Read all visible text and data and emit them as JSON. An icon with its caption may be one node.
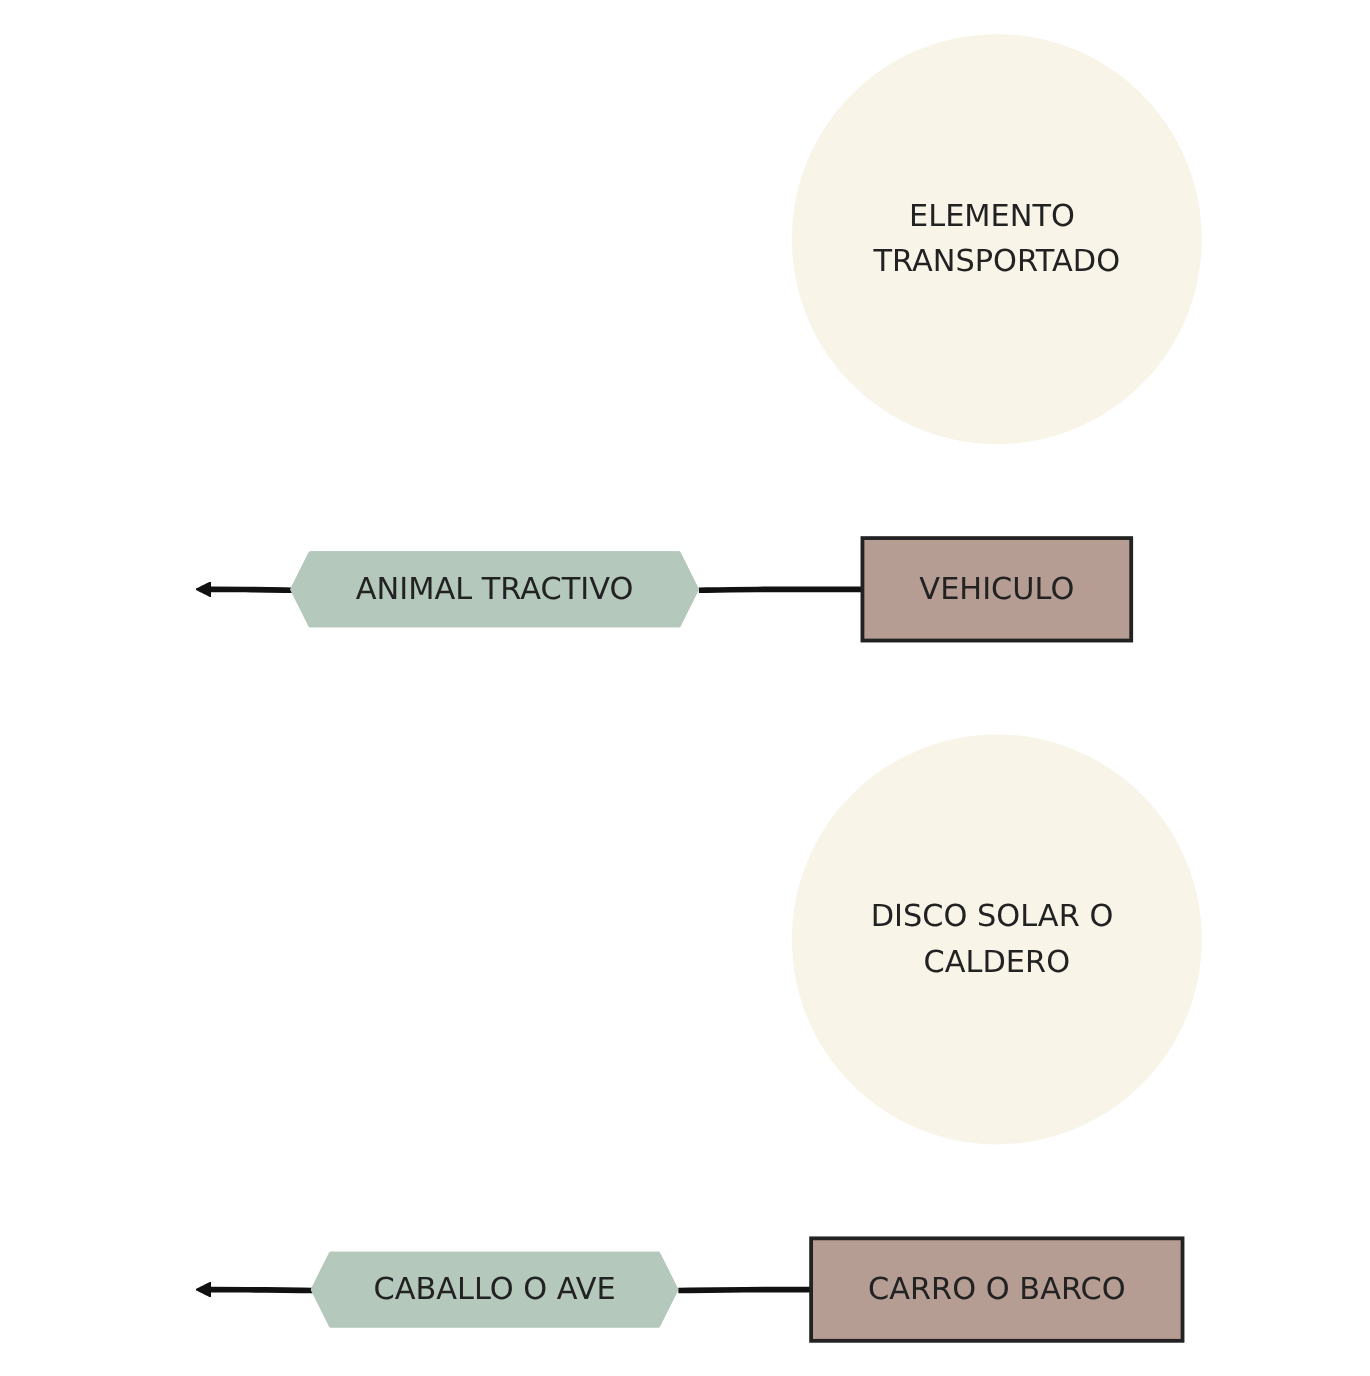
{
  "diagram": {
    "nodes": [
      {
        "text": [
          "ELEMENTO TRANSPORTADO"
        ]
      },
      {
        "text": [
          "ANIMAL TRACTIVO"
        ]
      },
      {
        "text": [
          "VEHICULO"
        ]
      },
      {
        "text": [
          "DISCO SOLAR O CALDERO"
        ]
      },
      {
        "text": [
          "CABALLO O AVE"
        ]
      },
      {
        "text": [
          "CARRO O BARCO"
        ]
      }
    ],
    "edges": [
      {
        "from": 2,
        "to": 1,
        "arrow": "none"
      },
      {
        "from": 1,
        "to": null,
        "arrow": "to"
      },
      {
        "from": 5,
        "to": 4,
        "arrow": "none"
      },
      {
        "from": 4,
        "to": null,
        "arrow": "to"
      }
    ]
  }
}
